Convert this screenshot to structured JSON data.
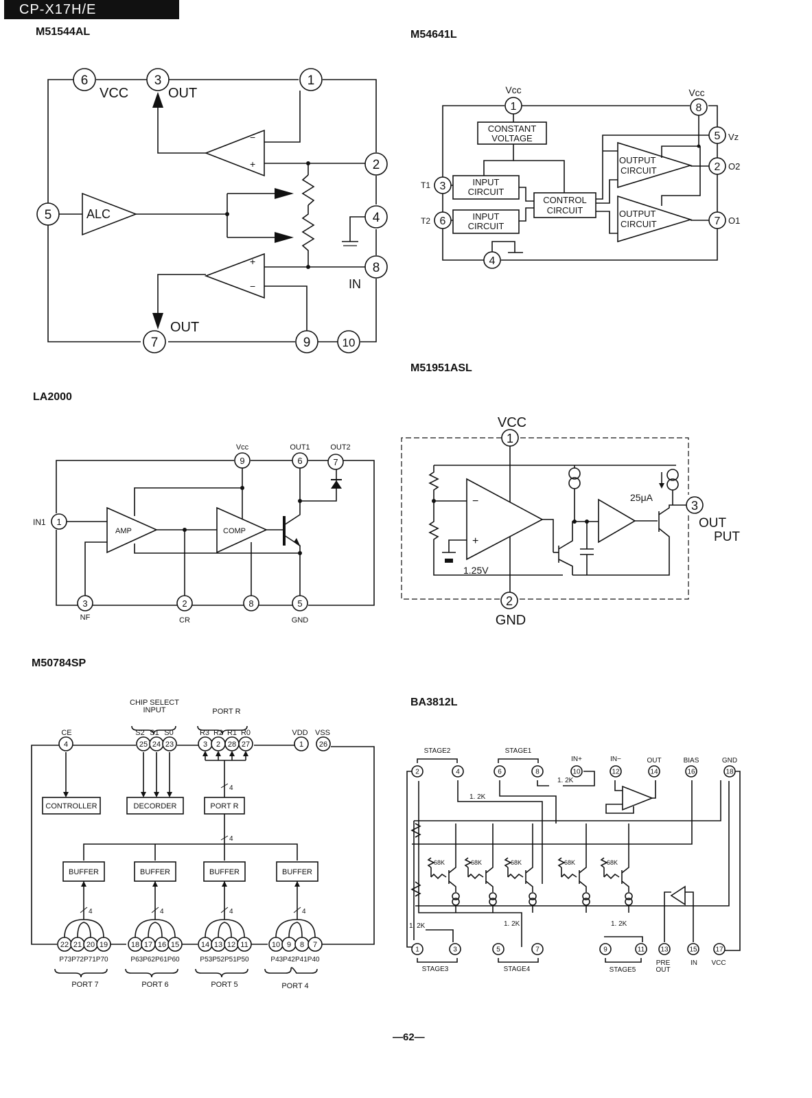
{
  "header": {
    "model": "CP-X17H/E"
  },
  "page_number": "—62—",
  "diagrams": {
    "m51544al": {
      "title": "M51544AL",
      "pins": [
        "6",
        "3",
        "1",
        "2",
        "4",
        "8",
        "5",
        "7",
        "9",
        "10"
      ],
      "labels": {
        "vcc": "VCC",
        "out1": "OUT",
        "out2": "OUT",
        "alc": "ALC",
        "in": "IN",
        "minus": "−",
        "plus": "+"
      }
    },
    "m54641l": {
      "title": "M54641L",
      "pins": [
        "1",
        "8",
        "5",
        "2",
        "3",
        "6",
        "7",
        "4"
      ],
      "labels": {
        "vcc1": "Vcc",
        "vcc2": "Vcc",
        "const1": "CONSTANT",
        "const2": "VOLTAGE",
        "input1": "INPUT",
        "circuit1": "CIRCUIT",
        "input2": "INPUT",
        "circuit2": "CIRCUIT",
        "control1": "CONTROL",
        "control2": "CIRCUIT",
        "output1": "OUTPUT",
        "ocirc1": "CIRCUIT",
        "output2": "OUTPUT",
        "ocirc2": "CIRCUIT",
        "vz": "Vz",
        "o2": "O2",
        "o1": "O1",
        "t1": "T1",
        "t2": "T2"
      }
    },
    "m51951asl": {
      "title": "M51951ASL",
      "pins": [
        "1",
        "3",
        "2"
      ],
      "labels": {
        "vcc": "VCC",
        "gnd": "GND",
        "out1": "OUT",
        "out2": "PUT",
        "current": "25μA",
        "vref": "1.25V",
        "minus": "−",
        "plus": "+"
      }
    },
    "la2000": {
      "title": "LA2000",
      "pins": [
        "9",
        "6",
        "7",
        "1",
        "3",
        "2",
        "8",
        "5"
      ],
      "labels": {
        "vcc": "Vcc",
        "out1": "OUT1",
        "out2": "OUT2",
        "in1": "IN1",
        "amp": "AMP",
        "comp": "COMP",
        "nf": "NF",
        "cr": "CR",
        "gnd": "GND"
      }
    },
    "m50784sp": {
      "title": "M50784SP",
      "labels": {
        "chip_select": "CHIP SELECT",
        "input": "INPUT",
        "port_r_top": "PORT R",
        "ce": "CE",
        "s2": "S2",
        "s1": "S1",
        "s0": "S0",
        "r3": "R3",
        "r2": "R2",
        "r1": "R1",
        "r0": "R0",
        "vdd": "VDD",
        "vss": "VSS",
        "controller": "CONTROLLER",
        "decoder": "DECORDER",
        "port_r": "PORT R",
        "buffer": "BUFFER",
        "bus4": "4",
        "p7": "P73P72P71P70",
        "p6": "P63P62P61P60",
        "p5": "P53P52P51P50",
        "p4": "P43P42P41P40",
        "port7": "PORT 7",
        "port6": "PORT 6",
        "port5": "PORT 5",
        "port4": "PORT 4"
      },
      "top_pins": [
        "4",
        "25",
        "24",
        "23",
        "3",
        "2",
        "28",
        "27",
        "1",
        "26"
      ],
      "bottom_pins": [
        "22",
        "21",
        "20",
        "19",
        "18",
        "17",
        "16",
        "15",
        "14",
        "13",
        "12",
        "11",
        "10",
        "9",
        "8",
        "7"
      ]
    },
    "ba3812l": {
      "title": "BA3812L",
      "labels": {
        "stage2": "STAGE2",
        "stage1": "STAGE1",
        "inp": "IN+",
        "inm": "IN−",
        "out": "OUT",
        "bias": "BIAS",
        "gnd": "GND",
        "stage3": "STAGE3",
        "stage4": "STAGE4",
        "stage5": "STAGE5",
        "pre": "PRE",
        "preout": "OUT",
        "in": "IN",
        "vcc": "VCC",
        "r12k": "1. 2K",
        "r68k": "68K"
      },
      "top_pins": [
        "2",
        "4",
        "6",
        "8",
        "10",
        "12",
        "14",
        "16",
        "18"
      ],
      "bottom_pins": [
        "1",
        "3",
        "5",
        "7",
        "9",
        "11",
        "13",
        "15",
        "17"
      ]
    }
  }
}
